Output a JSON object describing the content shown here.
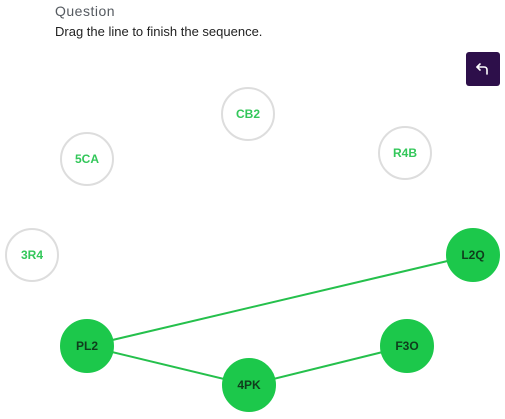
{
  "header": {
    "question_label": "Question",
    "instruction": "Drag the line to finish the sequence."
  },
  "toolbar": {
    "undo_icon": "undo-arrow-icon"
  },
  "colors": {
    "active_fill": "#1cc84b",
    "inactive_stroke": "#dddddd",
    "line": "#25c04c",
    "undo_bg": "#2d0f4a"
  },
  "nodes": [
    {
      "id": "CB2",
      "label": "CB2",
      "active": false
    },
    {
      "id": "5CA",
      "label": "5CA",
      "active": false
    },
    {
      "id": "R4B",
      "label": "R4B",
      "active": false
    },
    {
      "id": "3R4",
      "label": "3R4",
      "active": false
    },
    {
      "id": "L2Q",
      "label": "L2Q",
      "active": true
    },
    {
      "id": "PL2",
      "label": "PL2",
      "active": true
    },
    {
      "id": "F3O",
      "label": "F3O",
      "active": true
    },
    {
      "id": "4PK",
      "label": "4PK",
      "active": true
    }
  ],
  "connections": [
    [
      "L2Q",
      "PL2"
    ],
    [
      "PL2",
      "4PK"
    ],
    [
      "4PK",
      "F3O"
    ]
  ]
}
